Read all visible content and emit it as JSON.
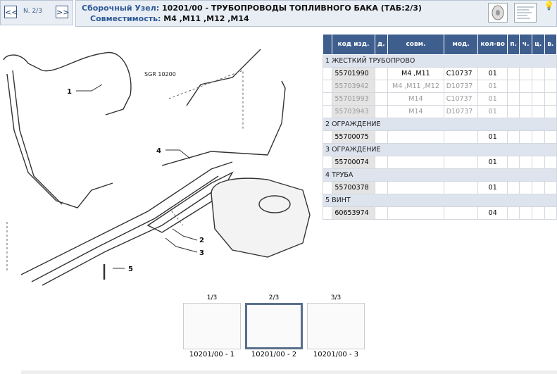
{
  "nav": {
    "prev": "<<",
    "next": ">>",
    "page": "N. 2/3"
  },
  "header": {
    "assembly_label": "Сборочный Узел:",
    "assembly_value": "10201/00 - ТРУБОПРОВОДЫ ТОПЛИВНОГО БАКА (ТАБ:2/3)",
    "compat_label": "Совместимость:",
    "compat_value": "M4 ,M11 ,M12 ,M14"
  },
  "diagram": {
    "ref_label": "SGR 10200",
    "callouts": [
      "1",
      "2",
      "3",
      "4",
      "5"
    ]
  },
  "table": {
    "headers": [
      "код изд.",
      "д.",
      "совм.",
      "мод.",
      "кол-во",
      "п.",
      "ч.",
      "ц.",
      "в."
    ],
    "groups": [
      {
        "title": "1 ЖЕСТКИЙ ТРУБОПРОВО",
        "rows": [
          {
            "code": "55701990",
            "d": "",
            "compat": "M4 ,M11",
            "mod": "C10737",
            "qty": "01",
            "dim": false
          },
          {
            "code": "55703942",
            "d": "",
            "compat": "M4 ,M11 ,M12",
            "mod": "D10737",
            "qty": "01",
            "dim": true
          },
          {
            "code": "55701993",
            "d": "",
            "compat": "M14",
            "mod": "C10737",
            "qty": "01",
            "dim": true
          },
          {
            "code": "55703943",
            "d": "",
            "compat": "M14",
            "mod": "D10737",
            "qty": "01",
            "dim": true
          }
        ]
      },
      {
        "title": "2 ОГРАЖДЕНИЕ",
        "rows": [
          {
            "code": "55700075",
            "d": "",
            "compat": "",
            "mod": "",
            "qty": "01",
            "dim": false
          }
        ]
      },
      {
        "title": "3 ОГРАЖДЕНИЕ",
        "rows": [
          {
            "code": "55700074",
            "d": "",
            "compat": "",
            "mod": "",
            "qty": "01",
            "dim": false
          }
        ]
      },
      {
        "title": "4 ТРУБА",
        "rows": [
          {
            "code": "55700378",
            "d": "",
            "compat": "",
            "mod": "",
            "qty": "01",
            "dim": false
          }
        ]
      },
      {
        "title": "5 ВИНТ",
        "rows": [
          {
            "code": "60653974",
            "d": "",
            "compat": "",
            "mod": "",
            "qty": "04",
            "dim": false
          }
        ]
      }
    ]
  },
  "thumbnails": [
    {
      "page": "1/3",
      "caption": "10201/00 - 1"
    },
    {
      "page": "2/3",
      "caption": "10201/00 - 2",
      "selected": true
    },
    {
      "page": "3/3",
      "caption": "10201/00 - 3"
    }
  ]
}
